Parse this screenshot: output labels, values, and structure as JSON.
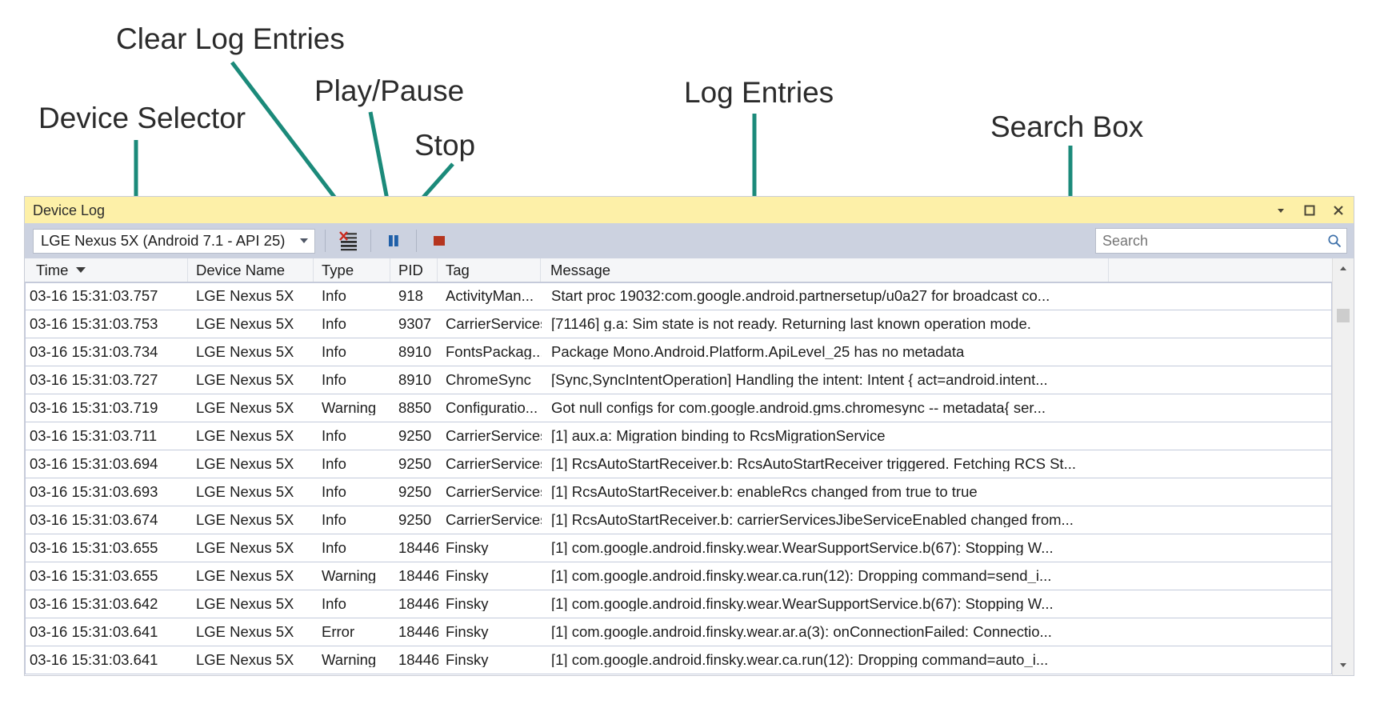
{
  "annotations": [
    {
      "id": "clear-log-entries",
      "label": "Clear Log Entries"
    },
    {
      "id": "play-pause",
      "label": "Play/Pause"
    },
    {
      "id": "stop",
      "label": "Stop"
    },
    {
      "id": "device-selector",
      "label": "Device Selector"
    },
    {
      "id": "log-entries",
      "label": "Log Entries"
    },
    {
      "id": "search-box",
      "label": "Search Box"
    }
  ],
  "annotation_color": "#1b8a7a",
  "window": {
    "title": "Device Log",
    "titlebar_color": "#fdf0a8",
    "toolbar_color": "#ccd2e0",
    "buttons": {
      "dropdown": "▾",
      "maximize": "☐",
      "close": "✕"
    }
  },
  "toolbar": {
    "device_selector": {
      "value": "LGE Nexus 5X (Android 7.1 - API 25)",
      "arrow": "▾"
    },
    "clear_button_name": "Clear Log Entries",
    "play_pause_button_name": "Play/Pause",
    "stop_button_name": "Stop",
    "stop_color": "#c0392b"
  },
  "search": {
    "placeholder": "Search",
    "value": ""
  },
  "grid": {
    "columns": [
      {
        "key": "time",
        "label": "Time",
        "sorted": true
      },
      {
        "key": "device",
        "label": "Device Name",
        "sorted": false
      },
      {
        "key": "type",
        "label": "Type",
        "sorted": false
      },
      {
        "key": "pid",
        "label": "PID",
        "sorted": false
      },
      {
        "key": "tag",
        "label": "Tag",
        "sorted": false
      },
      {
        "key": "message",
        "label": "Message",
        "sorted": false
      },
      {
        "key": "extra",
        "label": "",
        "sorted": false
      }
    ],
    "rows": [
      {
        "time": "03-16 15:31:03.757",
        "device": "LGE Nexus 5X",
        "type": "Info",
        "pid": "918",
        "tag": "ActivityMan...",
        "message": "Start proc 19032:com.google.android.partnersetup/u0a27 for broadcast co..."
      },
      {
        "time": "03-16 15:31:03.753",
        "device": "LGE Nexus 5X",
        "type": "Info",
        "pid": "9307",
        "tag": "CarrierServices",
        "message": "[71146] g.a: Sim state is not ready. Returning last known operation mode."
      },
      {
        "time": "03-16 15:31:03.734",
        "device": "LGE Nexus 5X",
        "type": "Info",
        "pid": "8910",
        "tag": "FontsPackag...",
        "message": "Package Mono.Android.Platform.ApiLevel_25 has no metadata"
      },
      {
        "time": "03-16 15:31:03.727",
        "device": "LGE Nexus 5X",
        "type": "Info",
        "pid": "8910",
        "tag": "ChromeSync",
        "message": "[Sync,SyncIntentOperation] Handling the intent: Intent { act=android.intent..."
      },
      {
        "time": "03-16 15:31:03.719",
        "device": "LGE Nexus 5X",
        "type": "Warning",
        "pid": "8850",
        "tag": "Configuratio...",
        "message": "Got null configs for com.google.android.gms.chromesync -- metadata{ ser..."
      },
      {
        "time": "03-16 15:31:03.711",
        "device": "LGE Nexus 5X",
        "type": "Info",
        "pid": "9250",
        "tag": "CarrierServices",
        "message": "[1] aux.a: Migration binding to RcsMigrationService"
      },
      {
        "time": "03-16 15:31:03.694",
        "device": "LGE Nexus 5X",
        "type": "Info",
        "pid": "9250",
        "tag": "CarrierServices",
        "message": "[1] RcsAutoStartReceiver.b: RcsAutoStartReceiver triggered. Fetching RCS St..."
      },
      {
        "time": "03-16 15:31:03.693",
        "device": "LGE Nexus 5X",
        "type": "Info",
        "pid": "9250",
        "tag": "CarrierServices",
        "message": "[1] RcsAutoStartReceiver.b: enableRcs changed from true to true"
      },
      {
        "time": "03-16 15:31:03.674",
        "device": "LGE Nexus 5X",
        "type": "Info",
        "pid": "9250",
        "tag": "CarrierServices",
        "message": "[1] RcsAutoStartReceiver.b: carrierServicesJibeServiceEnabled changed from..."
      },
      {
        "time": "03-16 15:31:03.655",
        "device": "LGE Nexus 5X",
        "type": "Info",
        "pid": "18446",
        "tag": "Finsky",
        "message": "[1] com.google.android.finsky.wear.WearSupportService.b(67): Stopping W..."
      },
      {
        "time": "03-16 15:31:03.655",
        "device": "LGE Nexus 5X",
        "type": "Warning",
        "pid": "18446",
        "tag": "Finsky",
        "message": "[1] com.google.android.finsky.wear.ca.run(12): Dropping command=send_i..."
      },
      {
        "time": "03-16 15:31:03.642",
        "device": "LGE Nexus 5X",
        "type": "Info",
        "pid": "18446",
        "tag": "Finsky",
        "message": "[1] com.google.android.finsky.wear.WearSupportService.b(67): Stopping W..."
      },
      {
        "time": "03-16 15:31:03.641",
        "device": "LGE Nexus 5X",
        "type": "Error",
        "pid": "18446",
        "tag": "Finsky",
        "message": "[1] com.google.android.finsky.wear.ar.a(3): onConnectionFailed: Connectio..."
      },
      {
        "time": "03-16 15:31:03.641",
        "device": "LGE Nexus 5X",
        "type": "Warning",
        "pid": "18446",
        "tag": "Finsky",
        "message": "[1] com.google.android.finsky.wear.ca.run(12): Dropping command=auto_i..."
      }
    ]
  }
}
